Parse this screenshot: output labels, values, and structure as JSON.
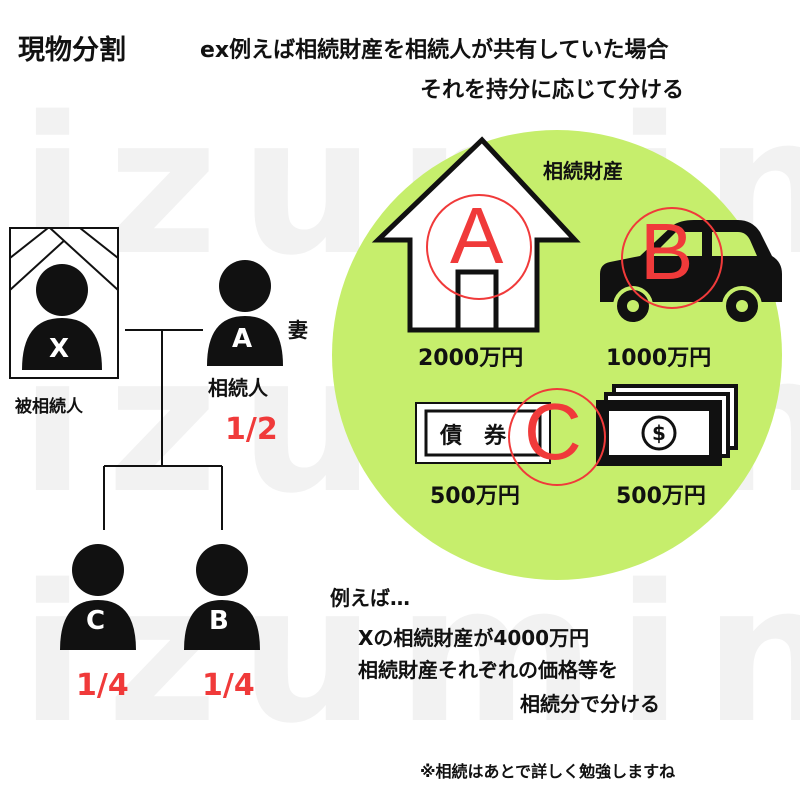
{
  "watermark": "izumin",
  "header": {
    "title": "現物分割",
    "line1": "ex例えば相続財産を相続人が共有していた場合",
    "line2": "それを持分に応じて分ける"
  },
  "family": {
    "deceased": {
      "letter": "X",
      "label": "被相続人"
    },
    "spouse": {
      "letter": "A",
      "tag": "妻",
      "label": "相続人",
      "share": "1/2"
    },
    "child_c": {
      "letter": "C",
      "share": "1/4"
    },
    "child_b": {
      "letter": "B",
      "share": "1/4"
    }
  },
  "estate": {
    "label": "相続財産",
    "house": {
      "mark": "A",
      "value": "2000万円",
      "icon": "house-icon"
    },
    "car": {
      "mark": "B",
      "value": "1000万円",
      "icon": "car-icon"
    },
    "bond": {
      "mark": "C",
      "text": "債　券",
      "value": "500万円",
      "icon": "bond-icon"
    },
    "cash": {
      "value": "500万円",
      "icon": "cash-icon"
    }
  },
  "example": {
    "heading": "例えば…",
    "line1": "Xの相続財産が4000万円",
    "line2": "相続財産それぞれの価格等を",
    "line3": "相続分で分ける"
  },
  "footnote": "※相続はあとで詳しく勉強しますね",
  "colors": {
    "accent_green": "#c6ee6c",
    "red": "#f03a3a",
    "ink": "#111111"
  }
}
